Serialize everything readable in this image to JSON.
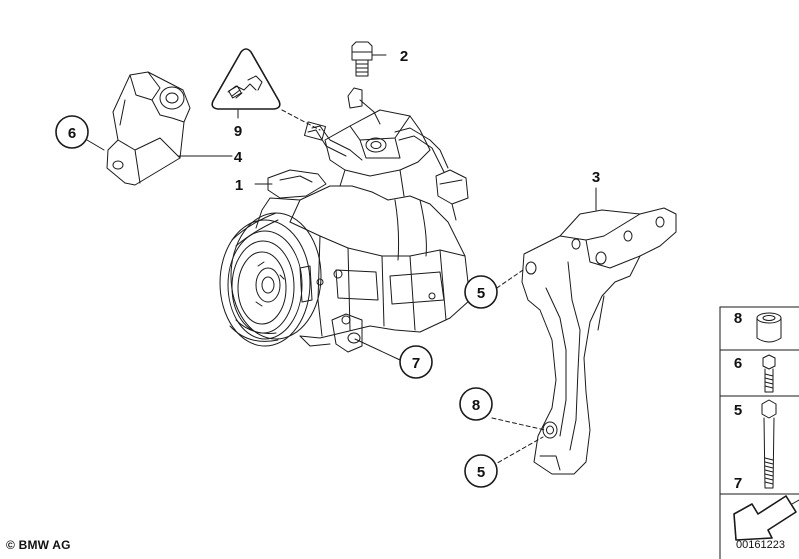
{
  "diagram": {
    "callouts": {
      "c1": "1",
      "c2": "2",
      "c3": "3",
      "c4": "4",
      "c5a": "5",
      "c5b": "5",
      "c6": "6",
      "c7": "7",
      "c8": "8",
      "c9": "9"
    },
    "legend": {
      "items": [
        {
          "num": "8",
          "part": "sleeve"
        },
        {
          "num": "6",
          "part": "hex-bolt"
        },
        {
          "num": "5",
          "part": "hex-bolt-long"
        },
        {
          "num": "7",
          "part": "hex-bolt-long"
        }
      ]
    },
    "footer": {
      "copyright": "© BMW AG",
      "doc_number": "00161223"
    }
  },
  "colors": {
    "line": "#1a1a1a",
    "callout_fill": "#ffffff",
    "background": "#ffffff"
  }
}
